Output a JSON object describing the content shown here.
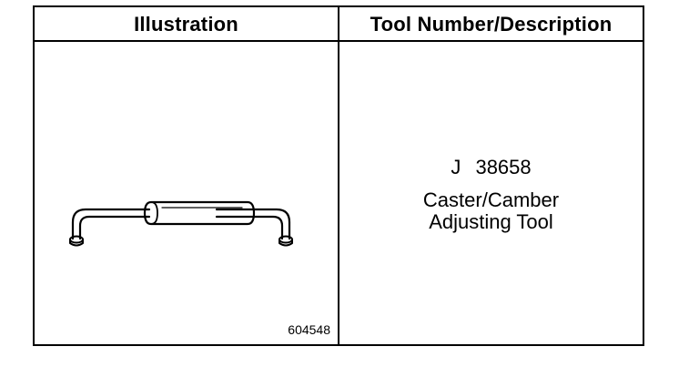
{
  "table": {
    "headers": {
      "illustration": "Illustration",
      "description": "Tool Number/Description"
    },
    "rows": [
      {
        "tool_icon": "caster-camber-adjusting-tool-icon",
        "figure_number": "604548",
        "tool_number": "J 38658",
        "description_lines": [
          "Caster/Camber",
          "Adjusting Tool"
        ]
      }
    ]
  }
}
